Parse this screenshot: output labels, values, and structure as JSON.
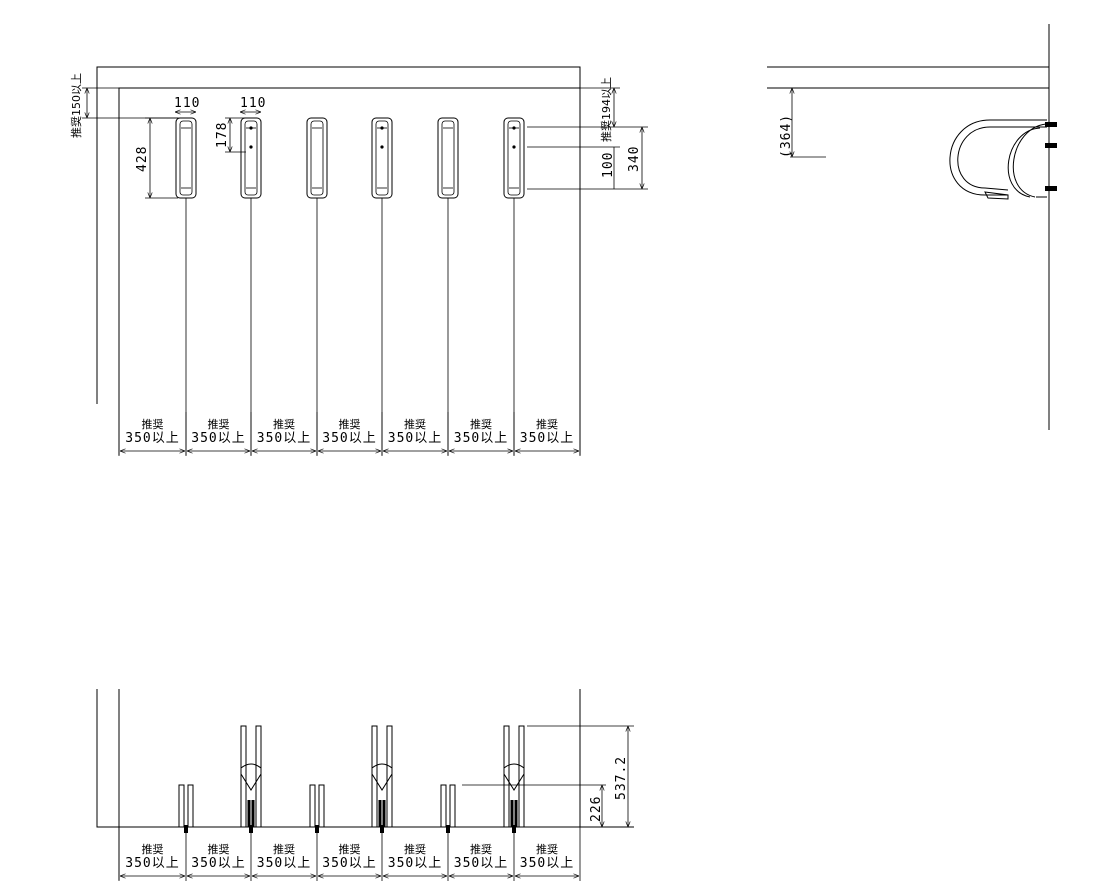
{
  "labels": {
    "recommend": "推奨",
    "spacing": "350以上",
    "top_clearance": "推奨150以上",
    "side_clearance": "推奨194以上",
    "height_ref": "(364)"
  },
  "dimensions": {
    "rack_width": "110",
    "rack_length": "428",
    "hole_offset": "178",
    "hole_spacing": "100",
    "mount_height": "340",
    "low_height": "226",
    "high_height": "537.2"
  },
  "rack_count": 6,
  "spacing_count": 7
}
